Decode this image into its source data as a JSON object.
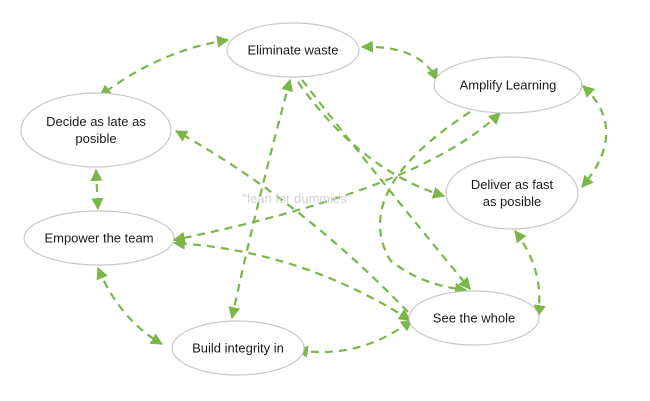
{
  "diagram": {
    "watermark": "\"lean for dummies\"",
    "colors": {
      "edge": "#7ab648",
      "node_border": "#c8c8c8",
      "watermark": "#d0d0d0"
    },
    "nodes": [
      {
        "id": "eliminate",
        "lines": [
          "Eliminate waste"
        ]
      },
      {
        "id": "amplify",
        "lines": [
          "Amplify Learning"
        ]
      },
      {
        "id": "decide",
        "lines": [
          "Decide as late as",
          "posible"
        ]
      },
      {
        "id": "deliver",
        "lines": [
          "Deliver as fast",
          "as posible"
        ]
      },
      {
        "id": "empower",
        "lines": [
          "Empower the team"
        ]
      },
      {
        "id": "see",
        "lines": [
          "See the whole"
        ]
      },
      {
        "id": "build",
        "lines": [
          "Build integrity in"
        ]
      }
    ],
    "edges": [
      {
        "from": "eliminate",
        "to": "decide",
        "direction": "both"
      },
      {
        "from": "eliminate",
        "to": "amplify",
        "direction": "both"
      },
      {
        "from": "eliminate",
        "to": "build",
        "direction": "both"
      },
      {
        "from": "eliminate",
        "to": "deliver",
        "direction": "forward"
      },
      {
        "from": "eliminate",
        "to": "see",
        "direction": "forward"
      },
      {
        "from": "decide",
        "to": "empower",
        "direction": "both"
      },
      {
        "from": "see",
        "to": "decide",
        "direction": "forward"
      },
      {
        "from": "amplify",
        "to": "empower",
        "direction": "both"
      },
      {
        "from": "see",
        "to": "empower",
        "direction": "both"
      },
      {
        "from": "empower",
        "to": "build",
        "direction": "both"
      },
      {
        "from": "build",
        "to": "see",
        "direction": "both"
      },
      {
        "from": "amplify",
        "to": "deliver",
        "direction": "both"
      },
      {
        "from": "deliver",
        "to": "see",
        "direction": "both"
      },
      {
        "from": "amplify",
        "to": "see",
        "direction": "forward"
      }
    ]
  }
}
